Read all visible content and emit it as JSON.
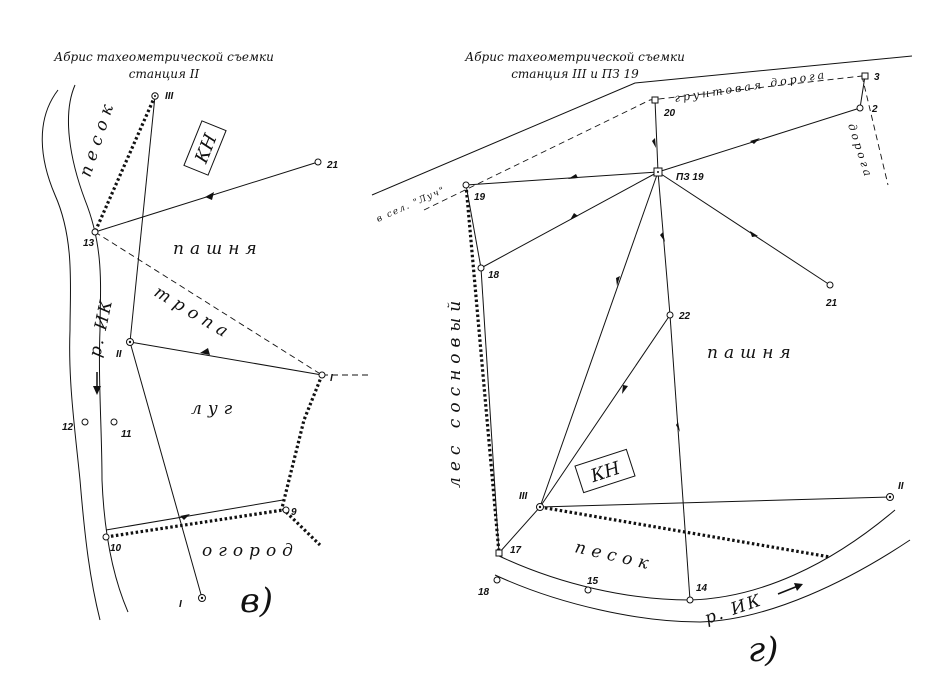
{
  "left": {
    "title_line1": "Абрис тахеометрической съемки",
    "title_line2": "станция II",
    "areas": {
      "sand": "песок",
      "field": "пашня",
      "path": "тропа",
      "meadow": "луг",
      "garden": "огород",
      "kn": "КН",
      "river": "р. ИК"
    },
    "points": {
      "p3": "III",
      "p13": "13",
      "p21": "21",
      "p2": "II",
      "p1": "I",
      "p12": "12",
      "p11": "11",
      "p10": "10",
      "p9": "9",
      "p1b": "I"
    },
    "figure_label": "в)"
  },
  "right": {
    "title_line1": "Абрис тахеометрической съемки",
    "title_line2": "станция III и ПЗ 19",
    "areas": {
      "dirt_road": "грунтовая дорога",
      "road": "дорога",
      "to_village": "в сел. \"Луч\"",
      "forest": "лес сосновый",
      "field": "пашня",
      "sand": "песок",
      "kn": "КН",
      "river": "р. ИК"
    },
    "points": {
      "p3": "3",
      "p2": "2",
      "p20": "20",
      "pz19": "ПЗ 19",
      "p19": "19",
      "p18": "18",
      "p21": "21",
      "p22": "22",
      "pIII": "III",
      "pII": "II",
      "p17": "17",
      "p18b": "18",
      "p15": "15",
      "p14": "14"
    },
    "figure_label": "г)"
  }
}
